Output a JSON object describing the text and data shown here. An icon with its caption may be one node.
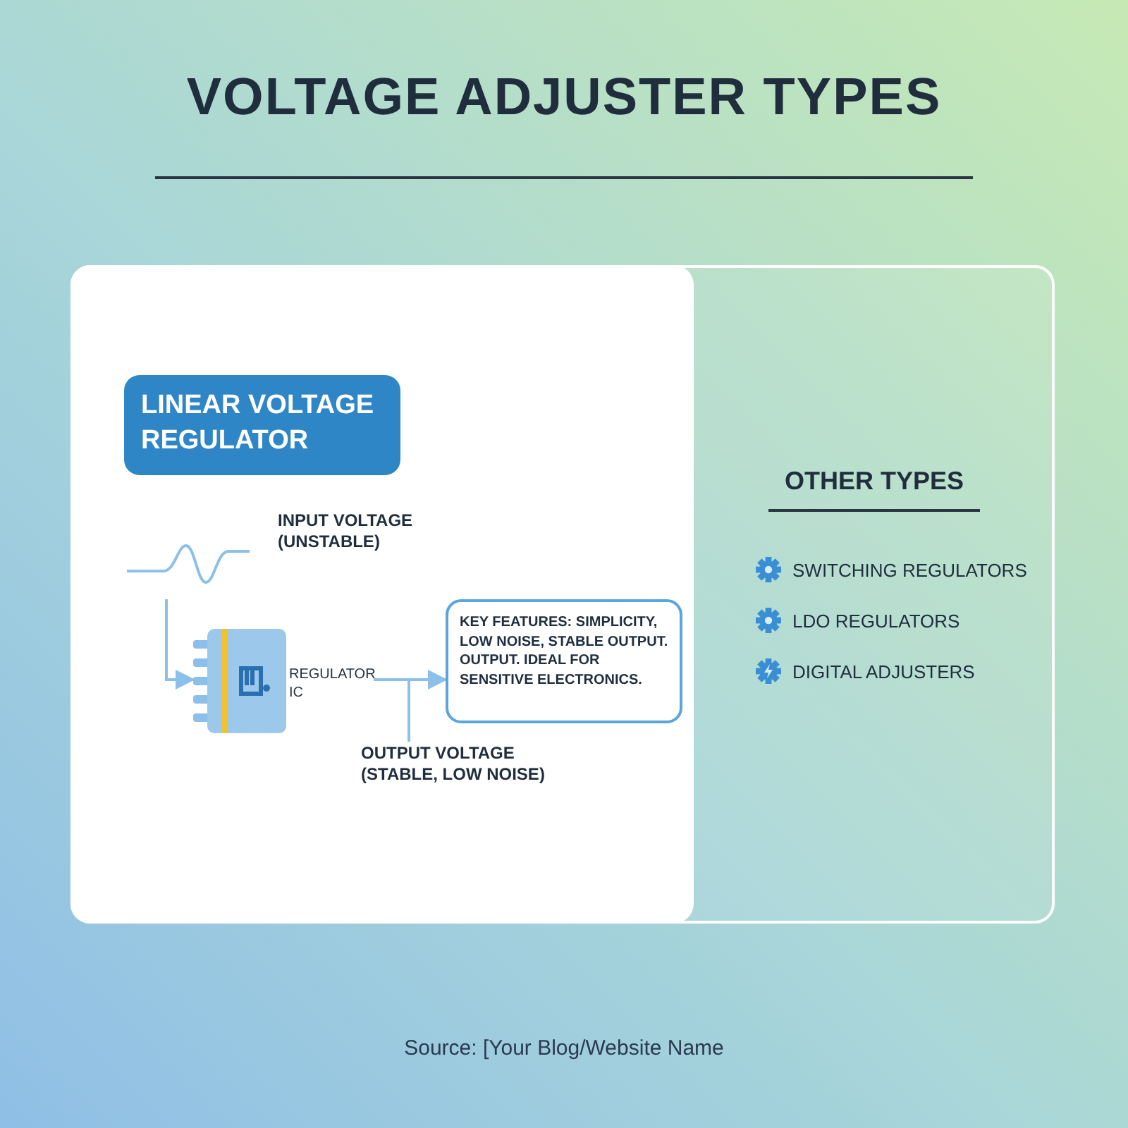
{
  "diagram": {
    "title": "VOLTAGE ADJUSTER TYPES",
    "nodes": [
      {
        "text": [
          "LINEAR VOLTAGE REGULATOR"
        ]
      },
      {
        "text": [],
        "shape": "picture",
        "beside": [
          "INPUT VOLTAGE (UNSTABLE)"
        ]
      },
      {
        "text": [
          "REGULATOR IC"
        ]
      },
      {
        "text": [
          "KEY FEATURES: SIMPLICITY, LOW NOISE, STABLE OUTPUT. OUTPUT. IDEAL FOR SENSITIVE ELECTRONICS."
        ]
      },
      {
        "text": [
          "OUTPUT VOLTAGE (STABLE, LOW NOISE)"
        ]
      },
      {
        "text": [
          "OTHER TYPES",
          "SWITCHING REGULATORS",
          "LDO REGULATORS",
          "DIGITAL ADJUSTERS"
        ]
      }
    ],
    "edges": [
      {
        "from": 1,
        "to": 2,
        "arrow": "to"
      },
      {
        "from": 2,
        "to": 3,
        "arrow": "to"
      },
      {
        "from": 4,
        "to": null,
        "arrow": "none"
      }
    ],
    "labels": [
      "Source: [Your Blog/Website Name"
    ]
  }
}
